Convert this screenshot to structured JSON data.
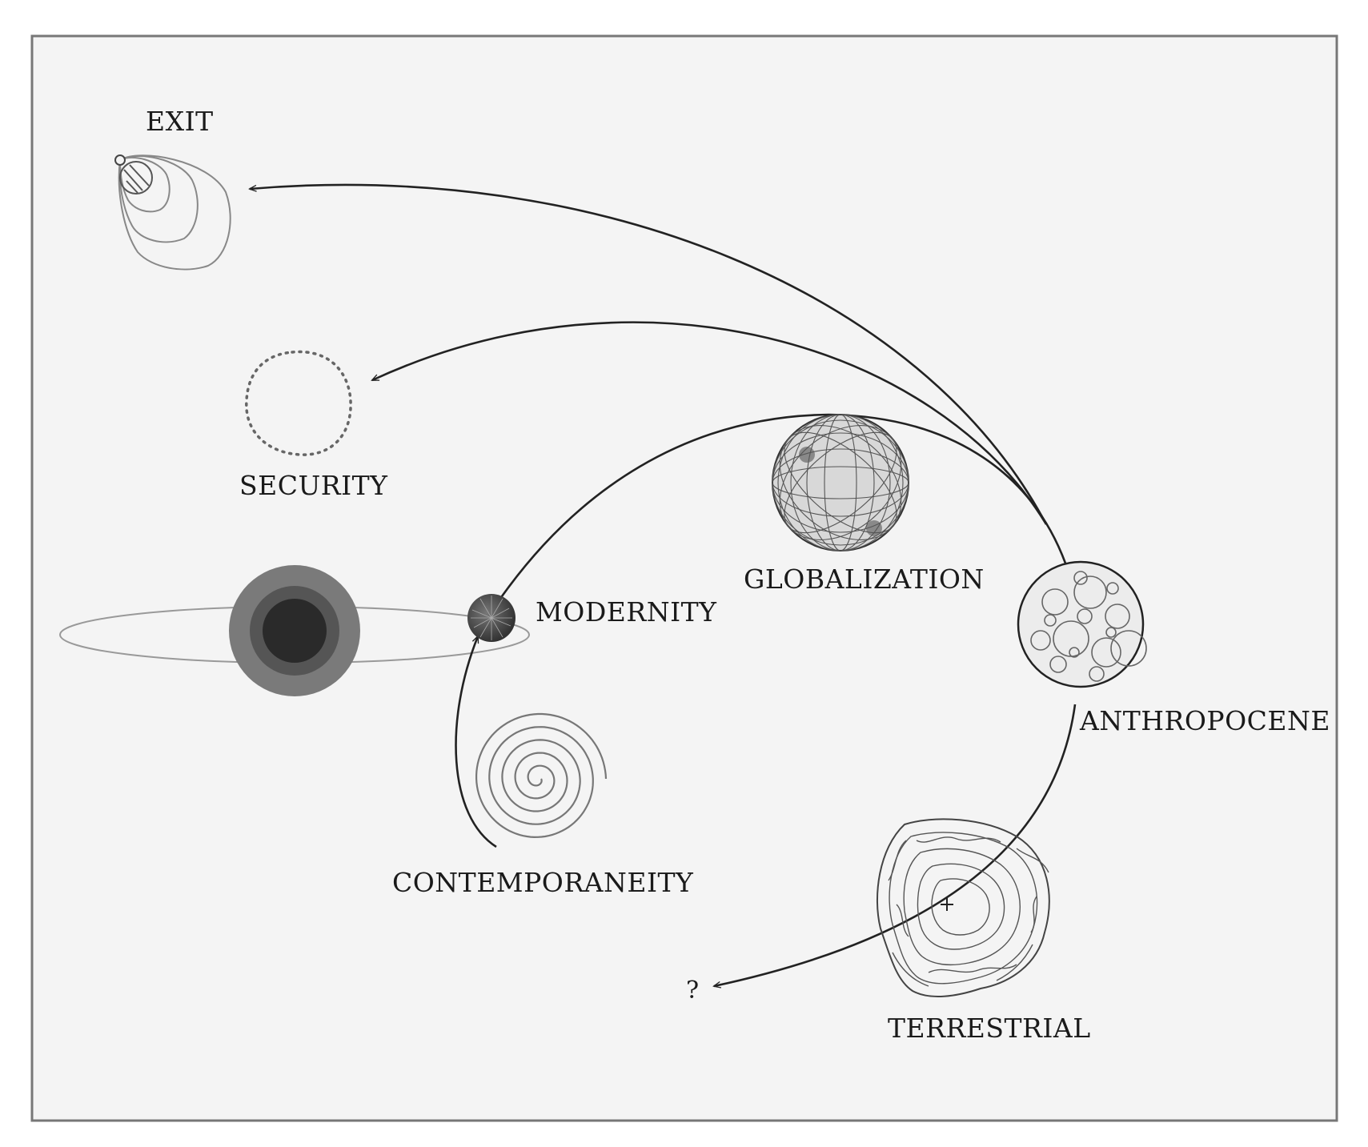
{
  "labels": {
    "exit": "EXIT",
    "security": "SECURITY",
    "modernity": "MODERNITY",
    "globalization": "GLOBALIZATION",
    "anthropocene": "ANTHROPOCENE",
    "contemporaneity": "CONTEMPORANEITY",
    "terrestrial": "TERRESTRIAL",
    "unknown": "?"
  },
  "colors": {
    "background": "#f4f4f4",
    "frame": "#777777",
    "ink": "#1a1a1a",
    "sun_outer": "#7a7a7a",
    "sun_middle": "#555555",
    "sun_core": "#2a2a2a"
  }
}
